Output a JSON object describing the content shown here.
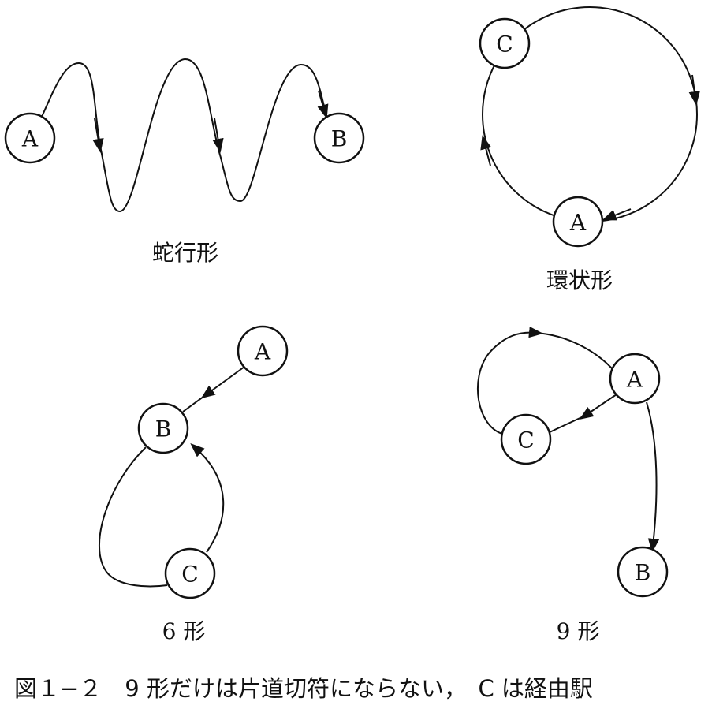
{
  "diagrams": {
    "serpentine": {
      "label": "蛇行形",
      "start": "A",
      "end": "B"
    },
    "ring": {
      "label": "環状形",
      "node_c": "C",
      "node_a": "A"
    },
    "six": {
      "label": "6 形",
      "node_a": "A",
      "node_b": "B",
      "node_c": "C"
    },
    "nine": {
      "label": "9 形",
      "node_a": "A",
      "node_c": "C",
      "node_b": "B"
    }
  },
  "caption": "図１−２　9 形だけは片道切符にならない，　C は経由駅"
}
